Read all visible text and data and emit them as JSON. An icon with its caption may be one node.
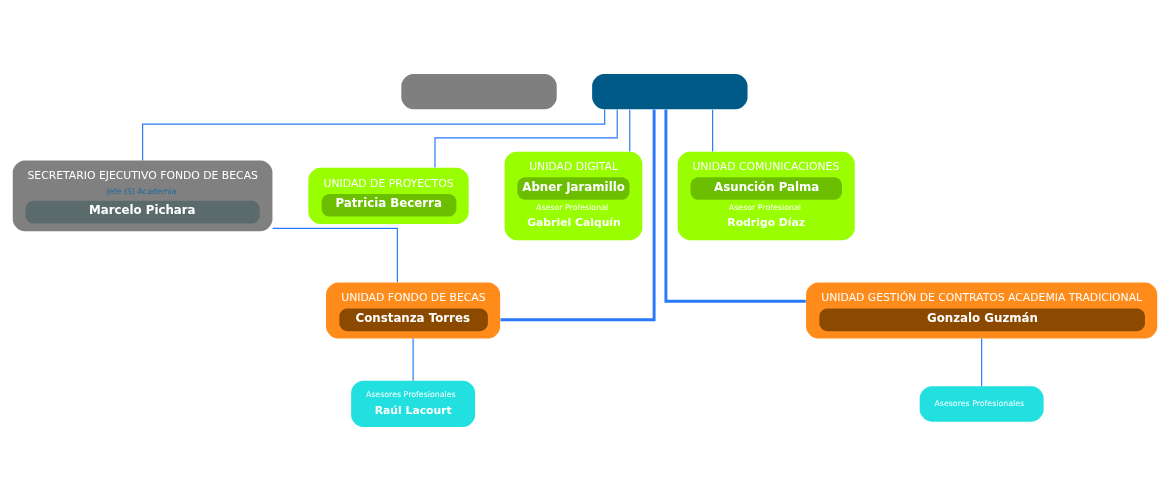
{
  "diagram": {
    "nodes": [
      {
        "text": [],
        "shape": "box"
      },
      {
        "text": [],
        "shape": "box"
      },
      {
        "text": [
          "SECRETARIO EJECUTIVO FONDO DE BECAS",
          "Jefe (S) Academia",
          "Marcelo Pichara"
        ]
      },
      {
        "text": [
          "UNIDAD DE PROYECTOS",
          "Patricia Becerra"
        ]
      },
      {
        "text": [
          "UNIDAD DIGITAL",
          "Abner Jaramillo",
          "Asesor Profesional",
          "Gabriel Calquín"
        ]
      },
      {
        "text": [
          "UNIDAD COMUNICACIONES",
          "Asunción Palma",
          "Asesor Profesional",
          "Rodrigo Díaz"
        ]
      },
      {
        "text": [
          "UNIDAD FONDO DE BECAS",
          "Constanza Torres"
        ]
      },
      {
        "text": [
          "UNIDAD GESTIÓN DE CONTRATOS ACADEMIA TRADICIONAL",
          "Gonzalo Guzmán"
        ]
      },
      {
        "text": [
          "Asesores Profesionales",
          "Raúl Lacourt"
        ]
      },
      {
        "text": [
          "Asesores Profesionales"
        ]
      }
    ],
    "edges": [
      {
        "from": 1,
        "to": 2,
        "arrow": "none"
      },
      {
        "from": 1,
        "to": 3,
        "arrow": "none"
      },
      {
        "from": 1,
        "to": 4,
        "arrow": "none"
      },
      {
        "from": 1,
        "to": 5,
        "arrow": "none"
      },
      {
        "from": 1,
        "to": 6,
        "arrow": "none",
        "style": "thick"
      },
      {
        "from": 1,
        "to": 7,
        "arrow": "none",
        "style": "thick"
      },
      {
        "from": 2,
        "to": 6,
        "arrow": "none"
      },
      {
        "from": 6,
        "to": 8,
        "arrow": "none"
      },
      {
        "from": 7,
        "to": 9,
        "arrow": "none"
      }
    ]
  }
}
